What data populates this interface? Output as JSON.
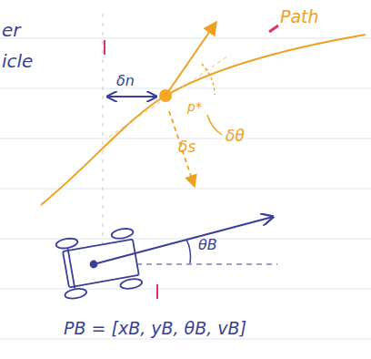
{
  "diagram": {
    "labels": [
      "er",
      "icle",
      "Path",
      "δn",
      "p*",
      "δθ",
      "δs",
      "θB",
      "PB = [xB, yB, θB, vB]"
    ]
  }
}
